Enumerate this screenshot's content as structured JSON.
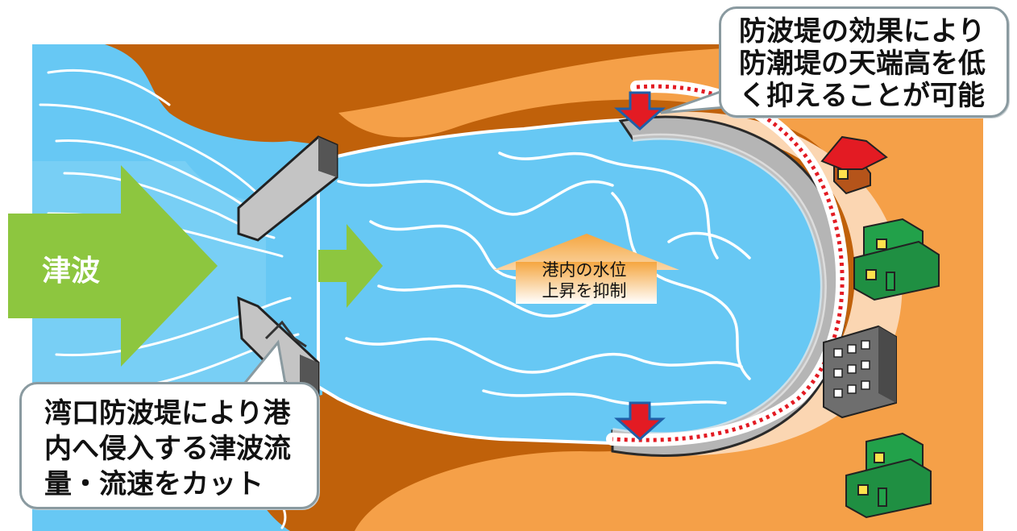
{
  "arrow_label": "津波",
  "center_label": [
    "港内の水位",
    "上昇を抑制"
  ],
  "callout_top": [
    "防波堤の効果により",
    "防潮堤の天端高を低",
    "く抑えることが可能"
  ],
  "callout_bottom": [
    "湾口防波堤により港",
    "内へ侵入する津波流",
    "量・流速をカット"
  ],
  "colors": {
    "land_dark": "#c0610a",
    "land_light": "#f5a048",
    "beach": "#fbd6b2",
    "water": "#67c8f4",
    "arrow_green": "#8dc63f",
    "wall_gray": "#9a9a9a",
    "down_arrow_red": "#e31b23",
    "dotted_line": "#e31b23",
    "house_roof": "#e31b23",
    "building_green": "#22a14a",
    "building_gray": "#6e6e6e"
  }
}
